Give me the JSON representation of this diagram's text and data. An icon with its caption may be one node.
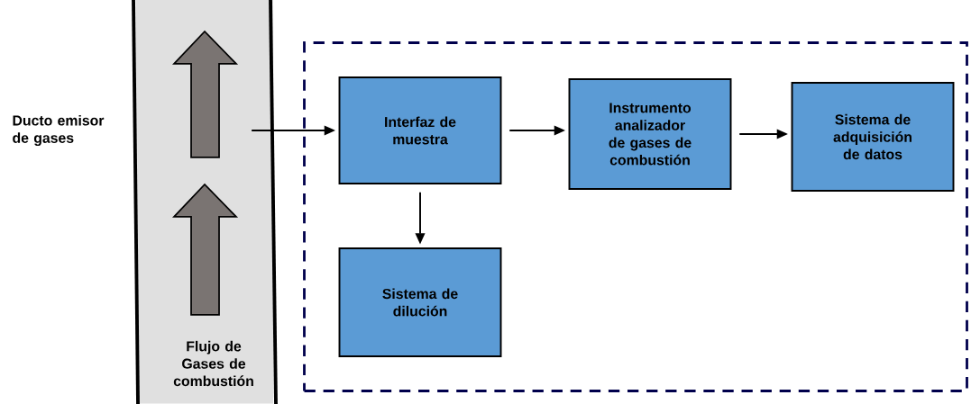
{
  "diagram": {
    "nodes": [
      {
        "text": [
          "Flujo de Gases de combustión"
        ],
        "beside": [
          "Ducto emisor de gases"
        ]
      },
      {
        "text": [],
        "shape": "box"
      },
      {
        "text": [
          "Interfaz de muestra"
        ],
        "in": 1
      },
      {
        "text": [
          "Instrumento analizador de gases de combustión"
        ],
        "in": 1
      },
      {
        "text": [
          "Sistema de adquisición de datos"
        ],
        "in": 1
      },
      {
        "text": [
          "Sistema de dilución"
        ],
        "in": 1
      }
    ],
    "edges": [
      {
        "from": 0,
        "to": 2,
        "arrow": "to"
      },
      {
        "from": 2,
        "to": 3,
        "arrow": "to"
      },
      {
        "from": 3,
        "to": 4,
        "arrow": "to"
      },
      {
        "from": 2,
        "to": 5,
        "arrow": "to"
      }
    ]
  }
}
